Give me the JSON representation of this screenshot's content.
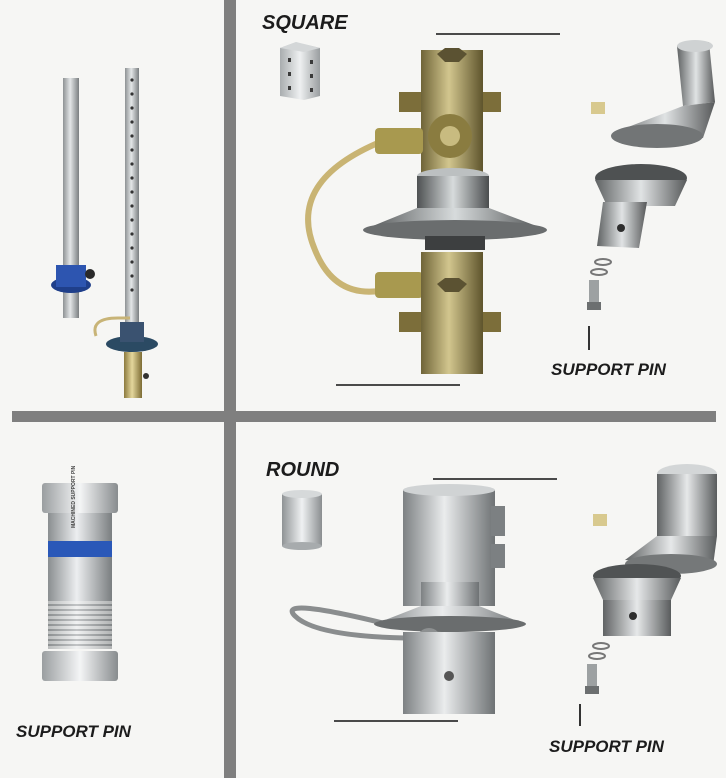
{
  "panels": {
    "square": {
      "title": "SQUARE",
      "pin_label": "SUPPORT PIN"
    },
    "round": {
      "title": "ROUND",
      "pin_label": "SUPPORT PIN"
    },
    "pin_detail": {
      "pin_label": "SUPPORT PIN",
      "pin_engraving": "MACHINED SUPPORT PIN"
    }
  },
  "colors": {
    "divider": "#7f7f7f",
    "steel": "#b9bdbf",
    "brass": "#bfae6a",
    "blue_band": "#2a58b8"
  },
  "icons": [
    "round-post-icon",
    "square-post-icon",
    "breakaway-assembly-icon",
    "support-pin-icon",
    "coupler-cone-icon"
  ]
}
